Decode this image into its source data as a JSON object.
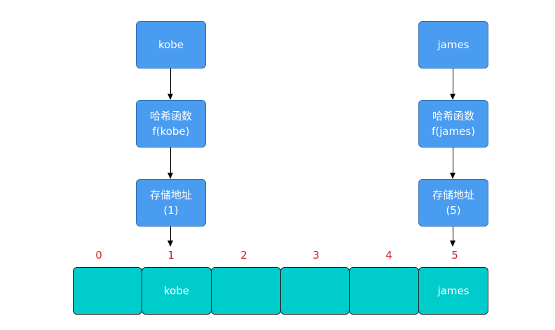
{
  "left_flow": {
    "key": "kobe",
    "hash_line1": "哈希函数",
    "hash_line2": "f(kobe)",
    "addr_line1": "存储地址",
    "addr_line2": "(1)"
  },
  "right_flow": {
    "key": "james",
    "hash_line1": "哈希函数",
    "hash_line2": "f(james)",
    "addr_line1": "存储地址",
    "addr_line2": "(5)"
  },
  "array": {
    "indices": [
      "0",
      "1",
      "2",
      "3",
      "4",
      "5"
    ],
    "cells": [
      "",
      "kobe",
      "",
      "",
      "",
      "james"
    ]
  },
  "colors": {
    "node_fill": "#4a9cf0",
    "cell_fill": "#00cccc",
    "index_text": "#cc2222"
  }
}
